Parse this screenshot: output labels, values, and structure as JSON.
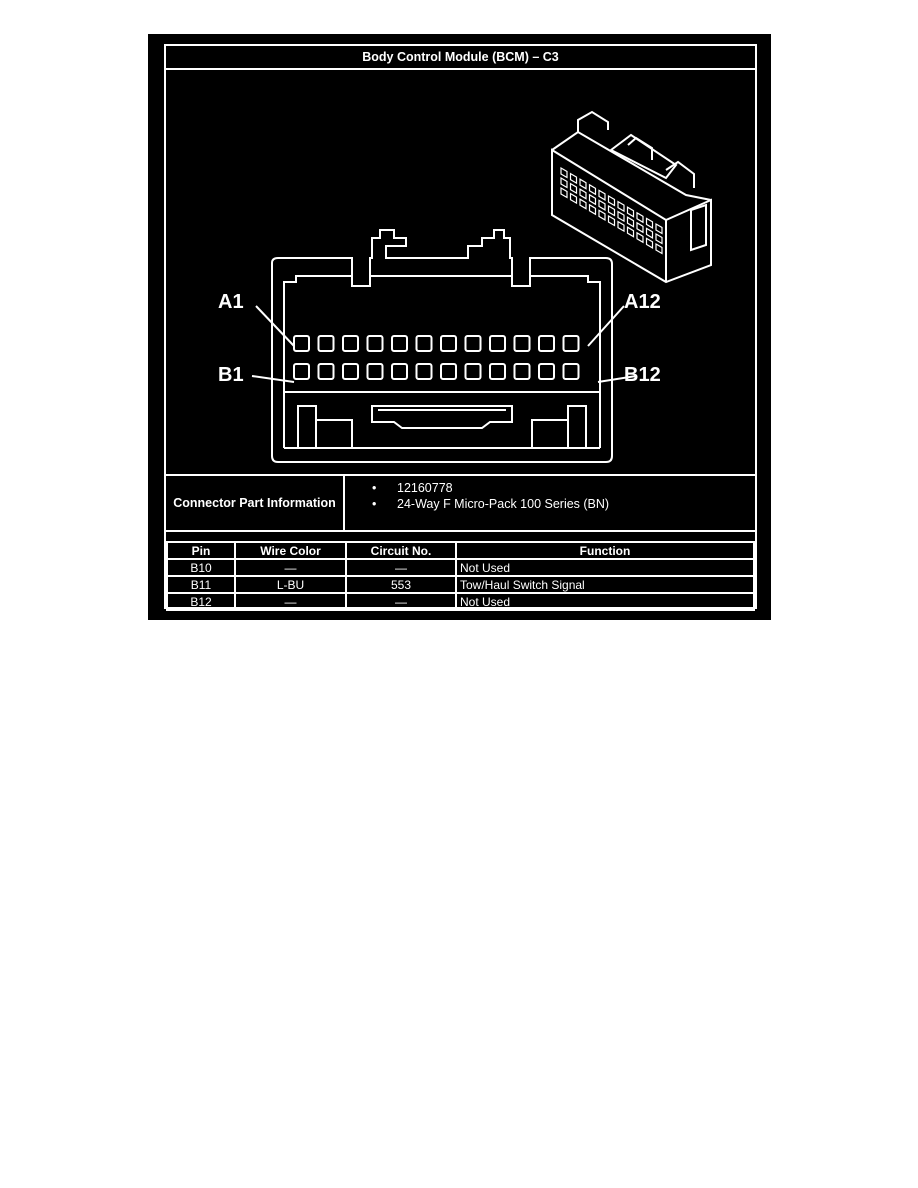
{
  "title": "Body Control Module (BCM) – C3",
  "labels": {
    "a1": "A1",
    "a12": "A12",
    "b1": "B1",
    "b12": "B12"
  },
  "connector_info": {
    "label": "Connector Part Information",
    "items": [
      "12160778",
      "24-Way F Micro-Pack 100 Series (BN)"
    ]
  },
  "table": {
    "headers": {
      "pin": "Pin",
      "wire": "Wire Color",
      "circuit": "Circuit No.",
      "function": "Function"
    },
    "rows": [
      {
        "pin": "B10",
        "wire": "—",
        "circuit": "—",
        "function": "Not Used"
      },
      {
        "pin": "B11",
        "wire": "L-BU",
        "circuit": "553",
        "function": "Tow/Haul Switch Signal"
      },
      {
        "pin": "B12",
        "wire": "—",
        "circuit": "—",
        "function": "Not Used"
      }
    ]
  },
  "colors": {
    "background": "#000000",
    "line": "#ffffff"
  }
}
